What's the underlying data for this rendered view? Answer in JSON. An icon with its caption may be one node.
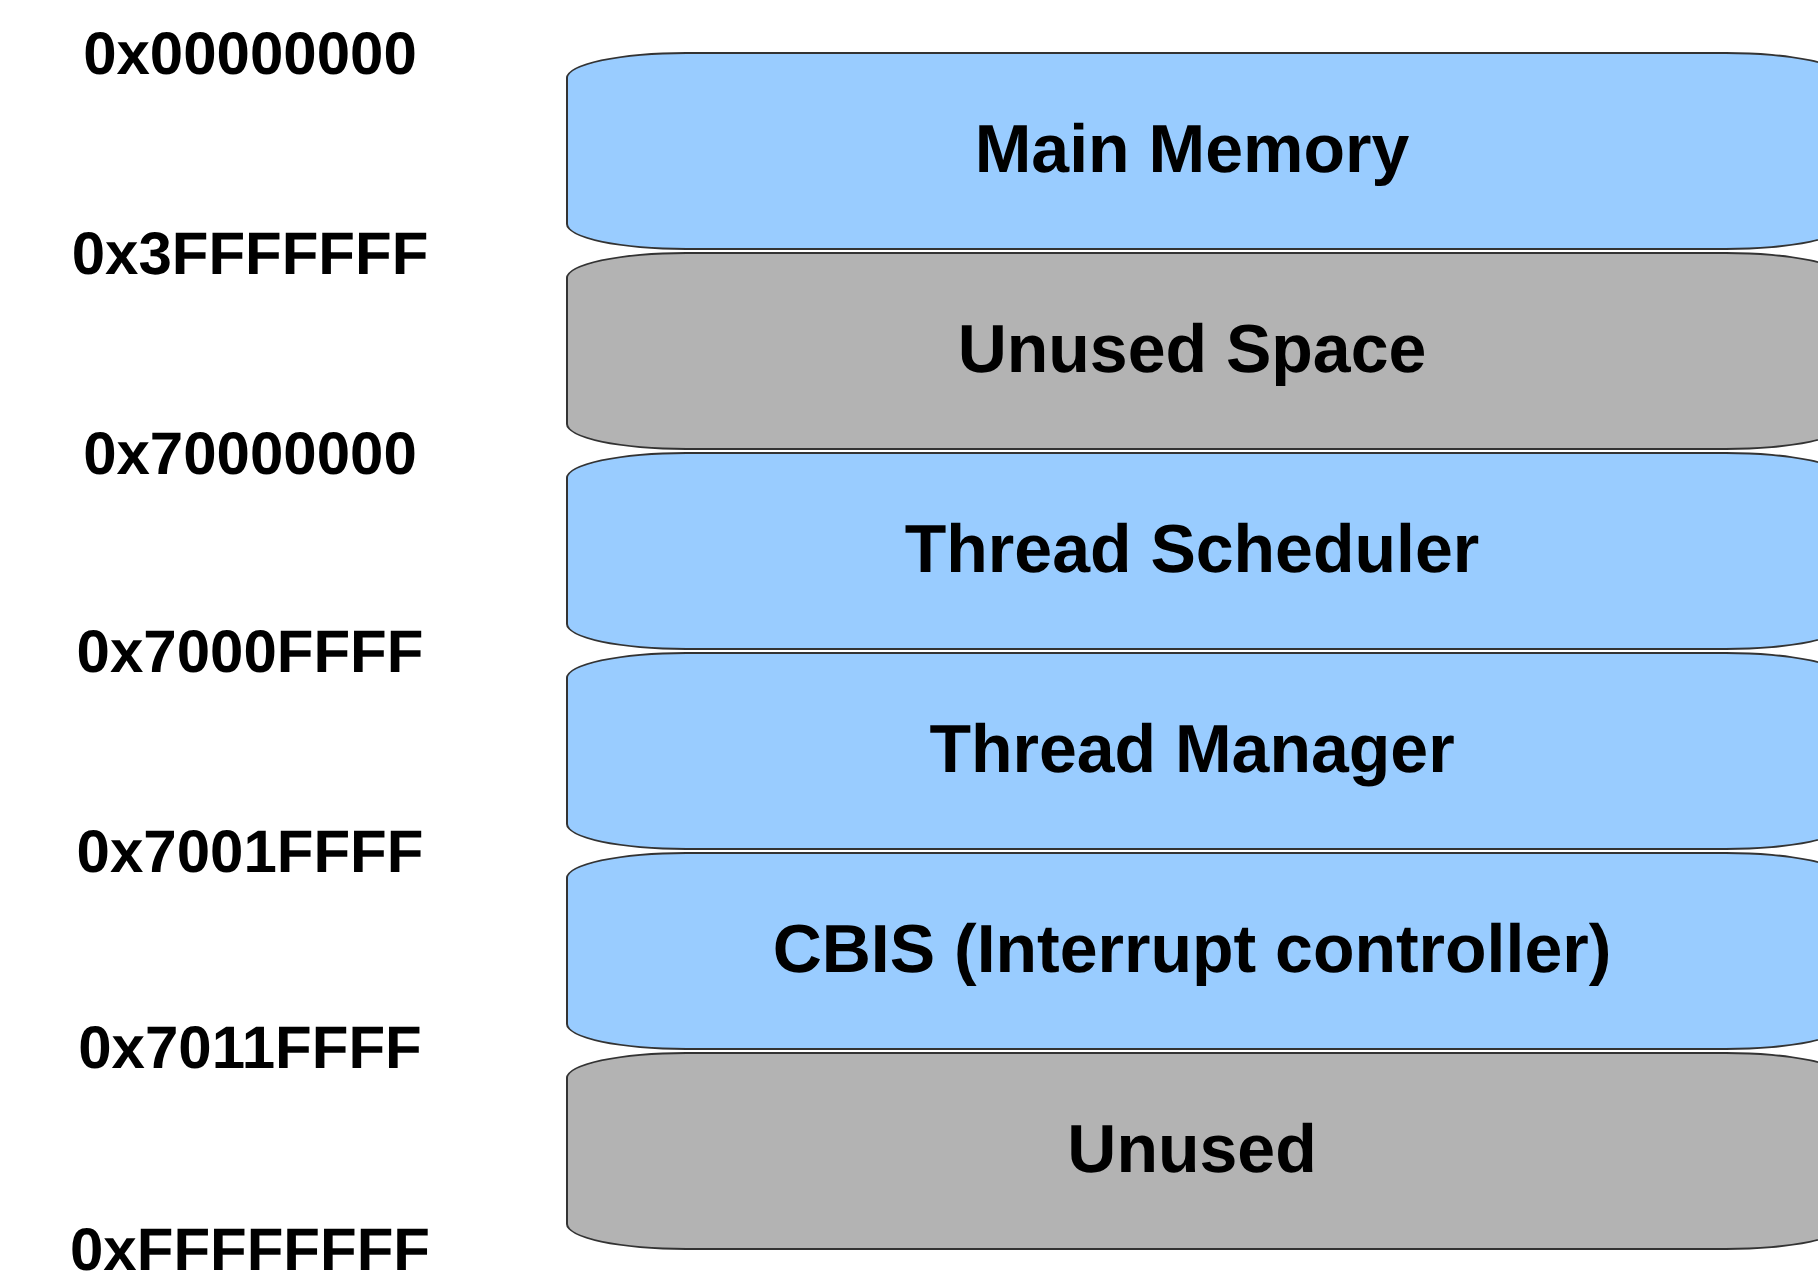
{
  "diagram": {
    "nodes": [
      {
        "text": [
          "Main Memory"
        ]
      },
      {
        "text": [
          "Unused Space"
        ]
      },
      {
        "text": [
          "Thread Scheduler"
        ]
      },
      {
        "text": [
          "Thread Manager"
        ]
      },
      {
        "text": [
          "CBIS (Interrupt controller)"
        ]
      },
      {
        "text": [
          "Unused"
        ]
      }
    ],
    "labels": [
      "0x00000000",
      "0x3FFFFFFF",
      "0x70000000",
      "0x7000FFFF",
      "0x7001FFFF",
      "0x7011FFFF",
      "0xFFFFFFFF"
    ]
  }
}
